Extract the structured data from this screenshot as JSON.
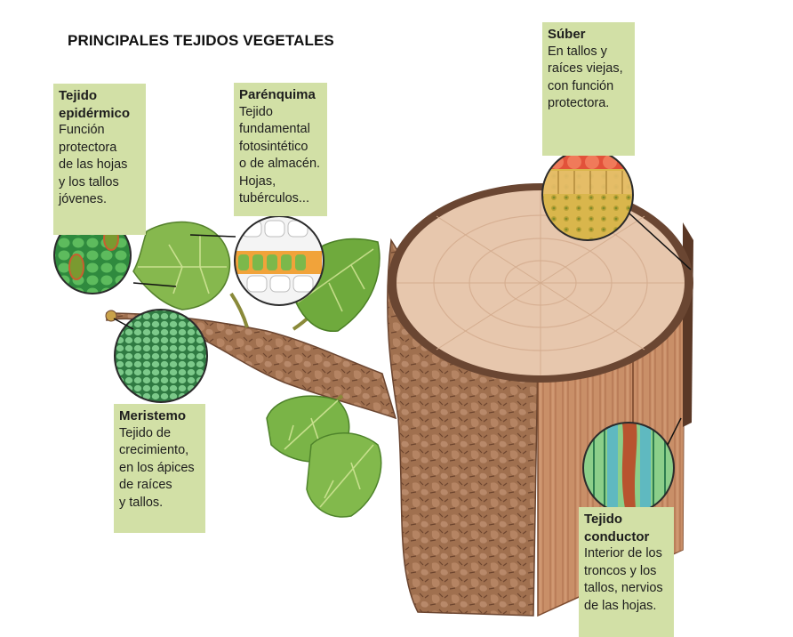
{
  "title": "PRINCIPALES TEJIDOS VEGETALES",
  "tissues": {
    "epidermico": {
      "name": "Tejido\nepidérmico",
      "description": "Función\nprotectora\nde las hojas\ny los tallos\njóvenes."
    },
    "parenquima": {
      "name": "Parénquima",
      "description": "Tejido\nfundamental\nfotosintético\no de almacén.\nHojas,\ntubérculos..."
    },
    "suber": {
      "name": "Súber",
      "description": "En tallos y\nraíces viejas,\ncon función\nprotectora."
    },
    "meristemo": {
      "name": "Meristemo",
      "description": "Tejido de\ncrecimiento,\nen los ápices\nde raíces\ny tallos."
    },
    "conductor": {
      "name": "Tejido\nconductor",
      "description": "Interior de los\ntroncos y los\ntallos, nervios\nde las hojas."
    }
  },
  "colors": {
    "card_background": "#d2e0a6",
    "bark": "#9a6a4c",
    "wood_cross_section": "#e8cbb3",
    "leaf": "#7db54a"
  }
}
